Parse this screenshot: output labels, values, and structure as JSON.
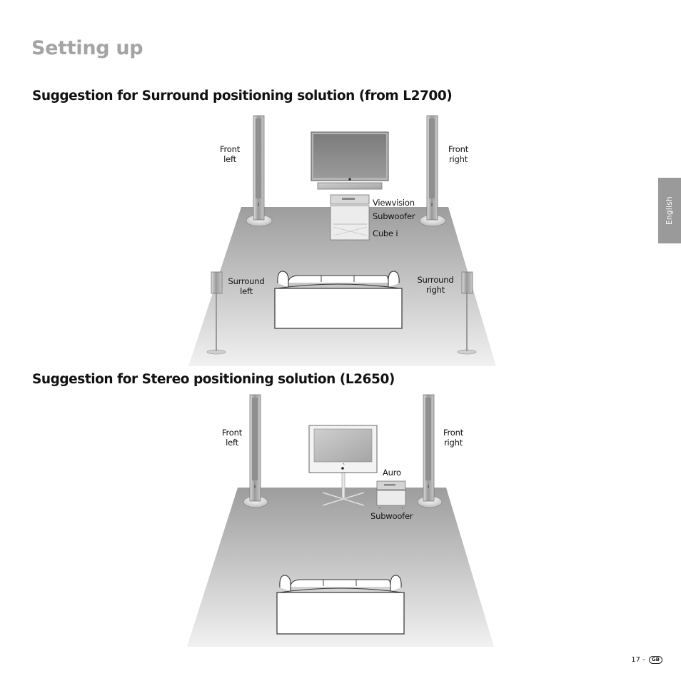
{
  "page": {
    "title": "Setting up",
    "side_tab": "English",
    "page_number": "17 -",
    "page_badge": "GB"
  },
  "surround": {
    "heading": "Suggestion for Surround positioning solution (from L2700)",
    "labels": {
      "front_left_1": "Front",
      "front_left_2": "left",
      "front_right_1": "Front",
      "front_right_2": "right",
      "viewvision": "Viewvision",
      "subwoofer": "Subwoofer",
      "cube": "Cube i",
      "surround_left_1": "Surround",
      "surround_left_2": "left",
      "surround_right_1": "Surround",
      "surround_right_2": "right"
    }
  },
  "stereo": {
    "heading": "Suggestion for Stereo positioning solution (L2650)",
    "labels": {
      "front_left_1": "Front",
      "front_left_2": "left",
      "front_right_1": "Front",
      "front_right_2": "right",
      "auro": "Auro",
      "subwoofer": "Subwoofer"
    }
  }
}
